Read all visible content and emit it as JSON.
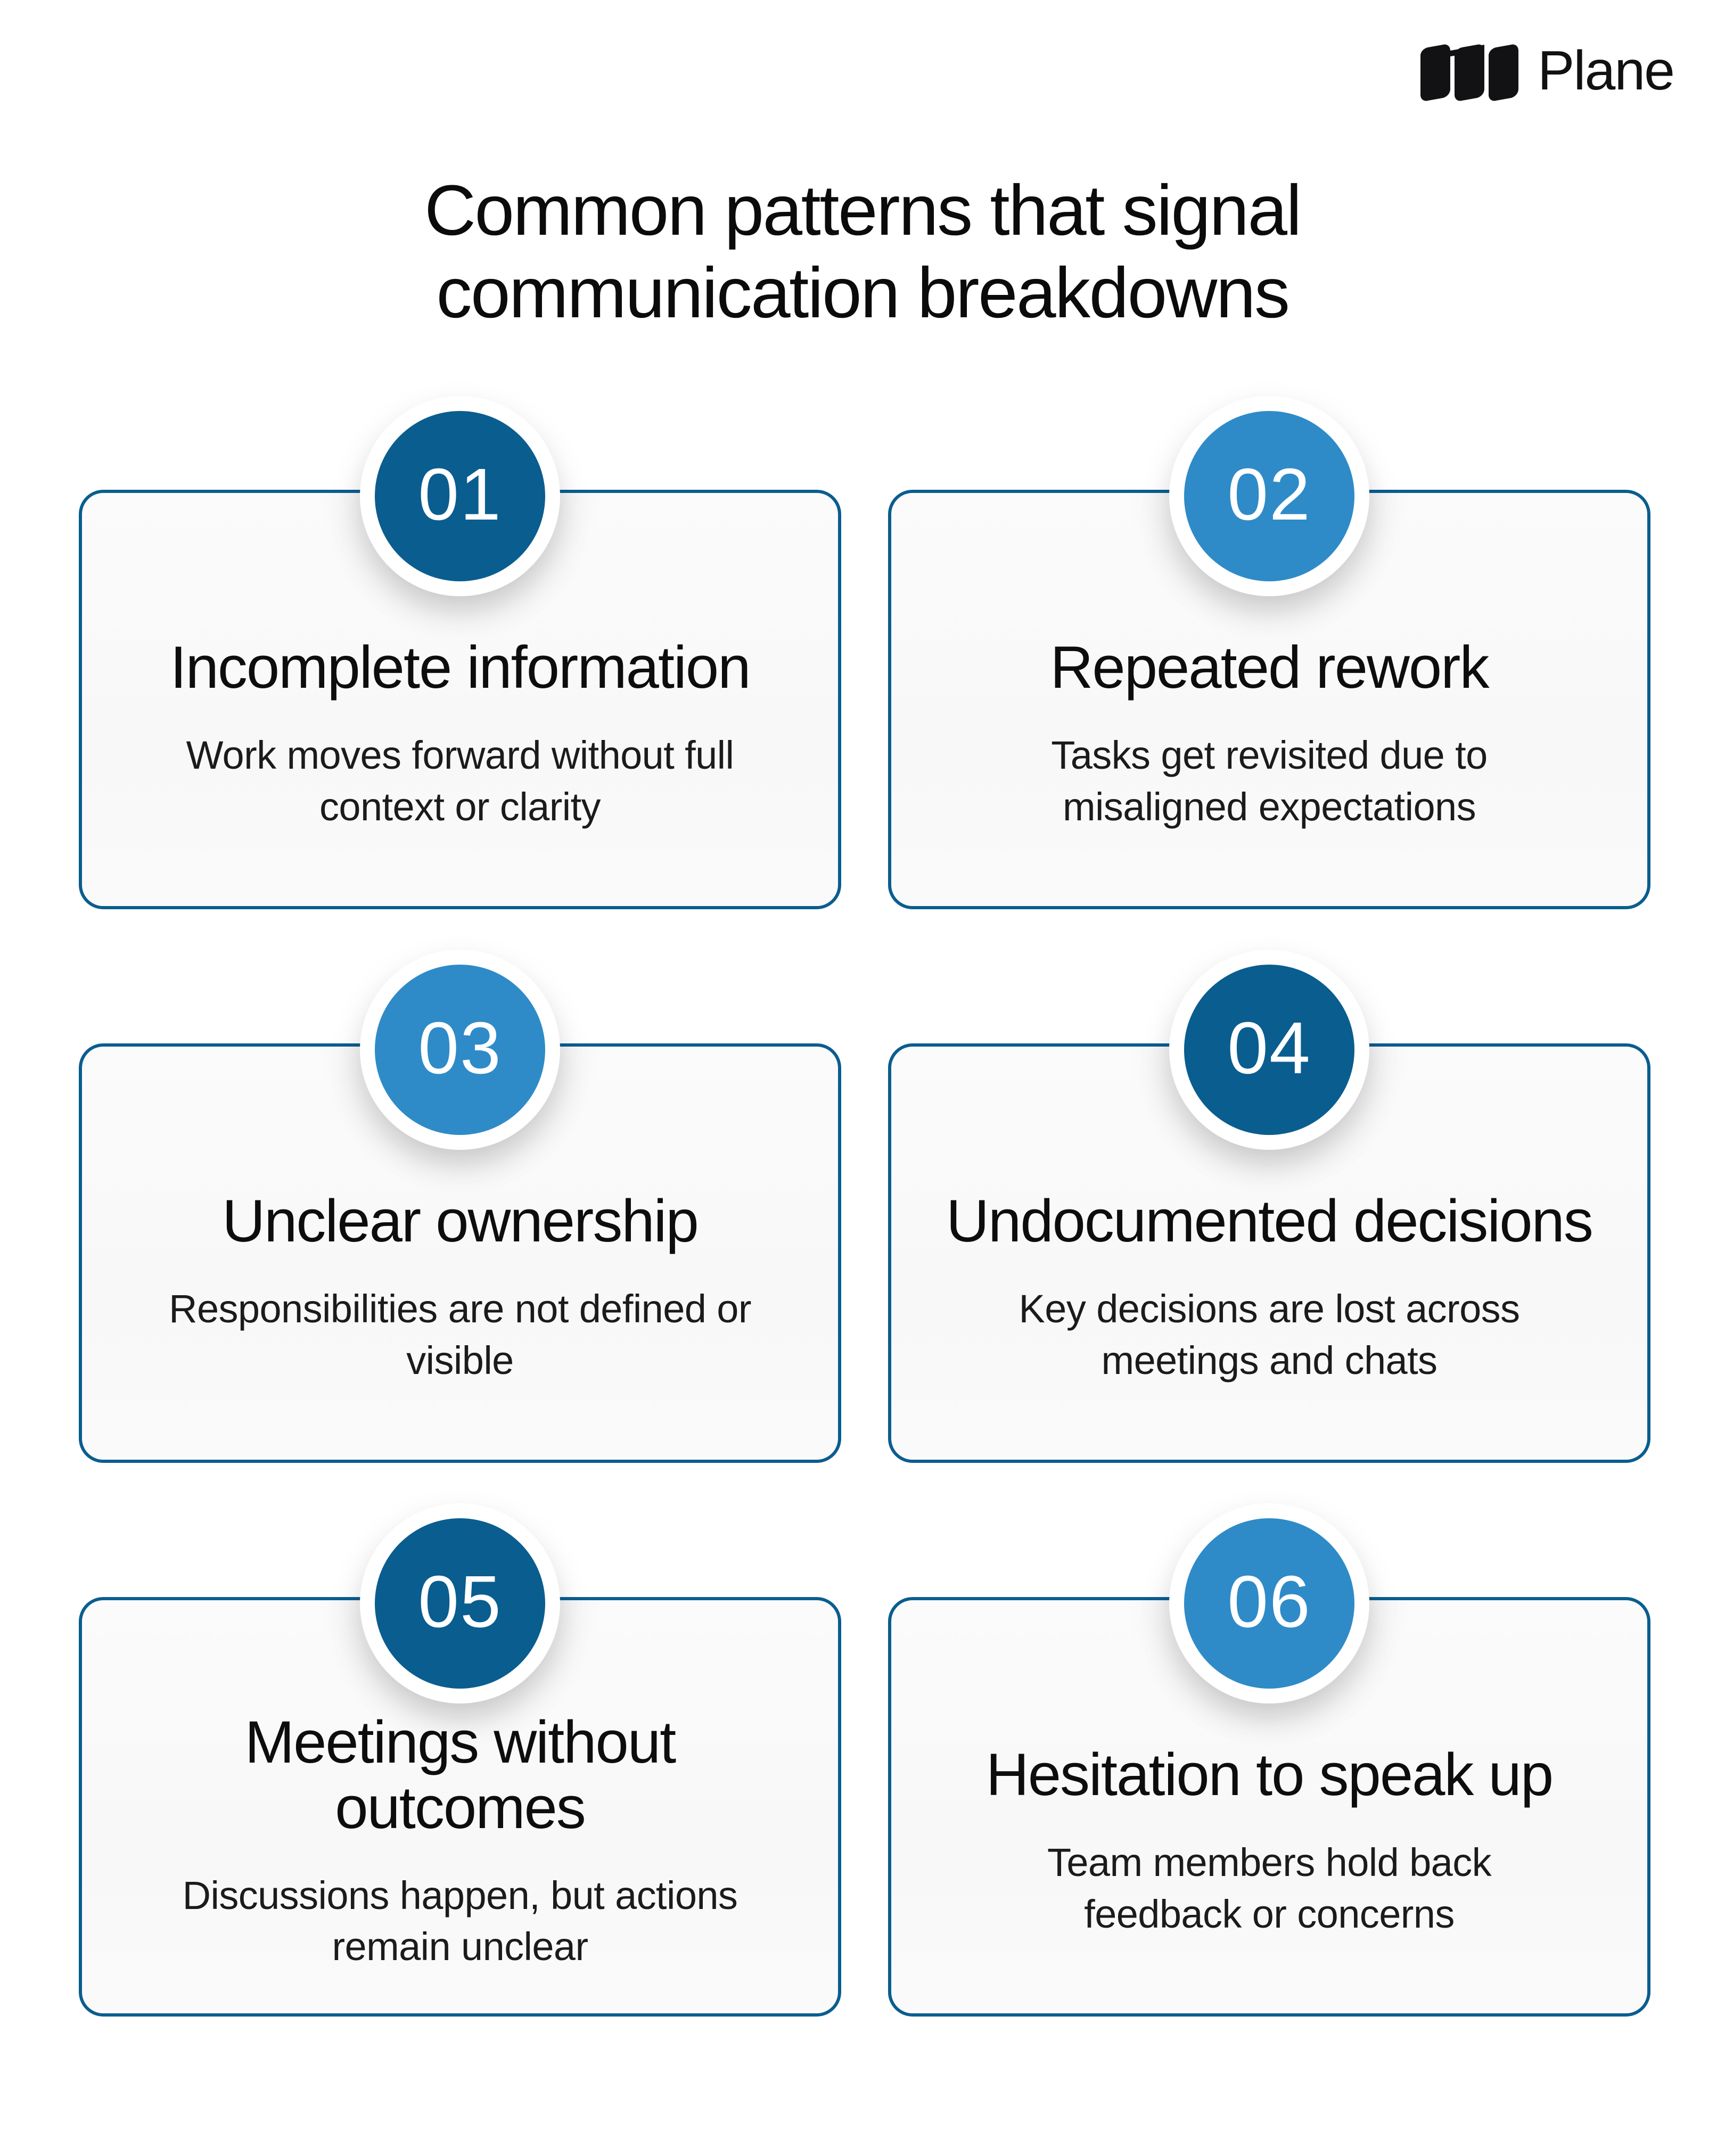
{
  "brand": {
    "name": "Plane",
    "logo_icon": "plane-logo-mark",
    "logo_color": "#111113"
  },
  "headline": {
    "line1": "Common patterns that signal",
    "line2": "communication breakdowns"
  },
  "theme": {
    "badge_dark": "#0a5d8f",
    "badge_light": "#2e8bc8",
    "card_border": "#0a5d8f",
    "card_background": "#fafafa",
    "page_background": "#ffffff",
    "title_color": "#0d0d0d",
    "description_color": "#1b1b1b"
  },
  "cards": [
    {
      "number": "01",
      "badge_variant": "dark",
      "title": "Incomplete information",
      "description": "Work moves forward without full context or clarity"
    },
    {
      "number": "02",
      "badge_variant": "light",
      "title": "Repeated rework",
      "description": "Tasks get revisited due to misaligned expectations"
    },
    {
      "number": "03",
      "badge_variant": "light",
      "title": "Unclear ownership",
      "description": "Responsibilities are not defined or visible"
    },
    {
      "number": "04",
      "badge_variant": "dark",
      "title": "Undocumented decisions",
      "description": "Key decisions are lost across meetings and chats"
    },
    {
      "number": "05",
      "badge_variant": "dark",
      "title": "Meetings without outcomes",
      "description": "Discussions happen, but actions remain unclear"
    },
    {
      "number": "06",
      "badge_variant": "light",
      "title": "Hesitation to speak up",
      "description": "Team members hold back feedback or concerns"
    }
  ]
}
